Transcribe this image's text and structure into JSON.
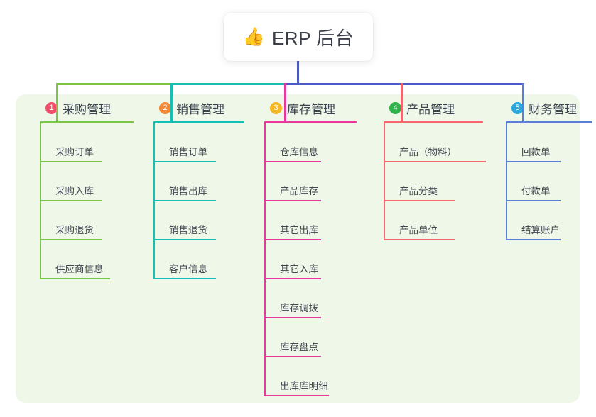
{
  "diagram": {
    "title": "ERP 后台",
    "title_icon": "thumbs-up-icon",
    "title_emoji": "👍",
    "panel_color": "#eef7e8",
    "root_connector_color": "#4a5bc4"
  },
  "columns": [
    {
      "number": "1",
      "title": "采购管理",
      "badge_color": "#f2506a",
      "line_color": "#7cc34a",
      "connector_color": "#7cc34a",
      "items": [
        {
          "label": "采购订单"
        },
        {
          "label": "采购入库"
        },
        {
          "label": "采购退货"
        },
        {
          "label": "供应商信息"
        }
      ]
    },
    {
      "number": "2",
      "title": "销售管理",
      "badge_color": "#f08a38",
      "line_color": "#17bfb3",
      "connector_color": "#17bfb3",
      "items": [
        {
          "label": "销售订单"
        },
        {
          "label": "销售出库"
        },
        {
          "label": "销售退货"
        },
        {
          "label": "客户信息"
        }
      ]
    },
    {
      "number": "3",
      "title": "库存管理",
      "badge_color": "#f5b722",
      "line_color": "#e8399b",
      "connector_color": "#e8399b",
      "items": [
        {
          "label": "仓库信息"
        },
        {
          "label": "产品库存"
        },
        {
          "label": "其它出库"
        },
        {
          "label": "其它入库"
        },
        {
          "label": "库存调拨"
        },
        {
          "label": "库存盘点"
        },
        {
          "label": "出库库明细"
        }
      ]
    },
    {
      "number": "4",
      "title": "产品管理",
      "badge_color": "#2eb24a",
      "line_color": "#f2686e",
      "connector_color": "#f2686e",
      "items": [
        {
          "label": "产品（物料）"
        },
        {
          "label": "产品分类"
        },
        {
          "label": "产品单位"
        }
      ]
    },
    {
      "number": "5",
      "title": "财务管理",
      "badge_color": "#29a8e0",
      "line_color": "#5b7fd4",
      "connector_color": "#5b7fd4",
      "items": [
        {
          "label": "回款单"
        },
        {
          "label": "付款单"
        },
        {
          "label": "结算账户"
        }
      ]
    }
  ],
  "bus": {
    "segments": [
      {
        "color": "#7cc34a",
        "from": 0,
        "to": 1
      },
      {
        "color": "#17bfb3",
        "from": 1,
        "to": 2
      },
      {
        "color": "#4a5bc4",
        "from": 2,
        "to": 4
      }
    ]
  }
}
